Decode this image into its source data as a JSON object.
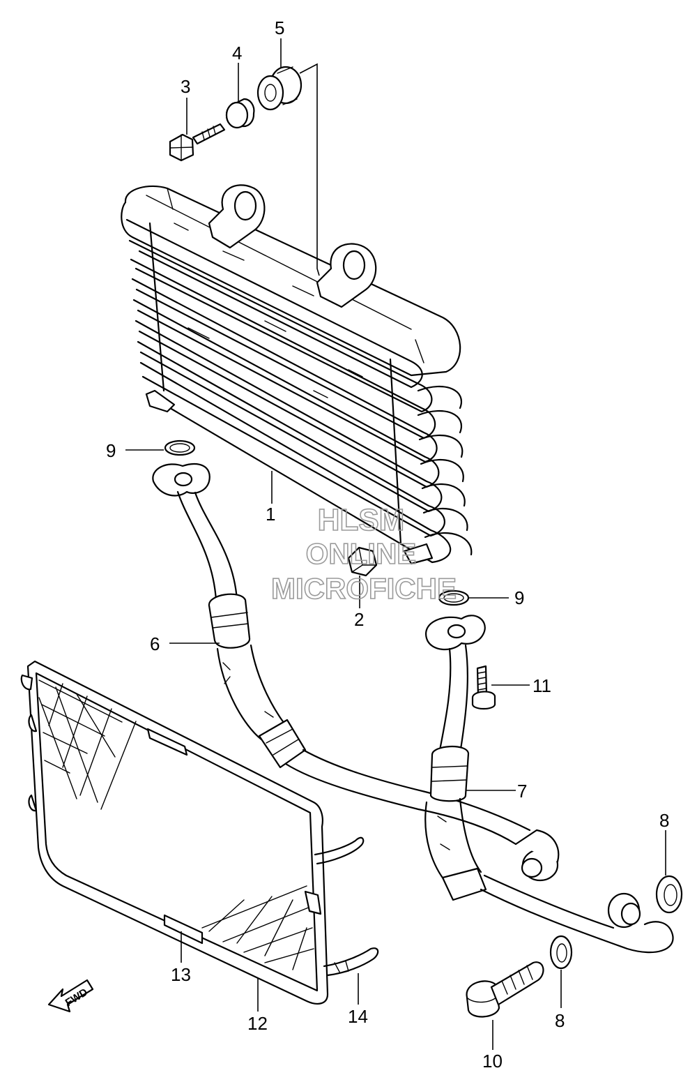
{
  "callouts": {
    "c1": "1",
    "c2": "2",
    "c3": "3",
    "c4": "4",
    "c5": "5",
    "c6": "6",
    "c7": "7",
    "c8a": "8",
    "c8b": "8",
    "c9a": "9",
    "c9b": "9",
    "c10": "10",
    "c11": "11",
    "c12": "12",
    "c13": "13",
    "c14": "14"
  },
  "watermark": {
    "line1": "HLSM",
    "line2": "ONLINE",
    "line3": "MICROFICHE"
  },
  "direction_marker": {
    "label": "FWD"
  }
}
